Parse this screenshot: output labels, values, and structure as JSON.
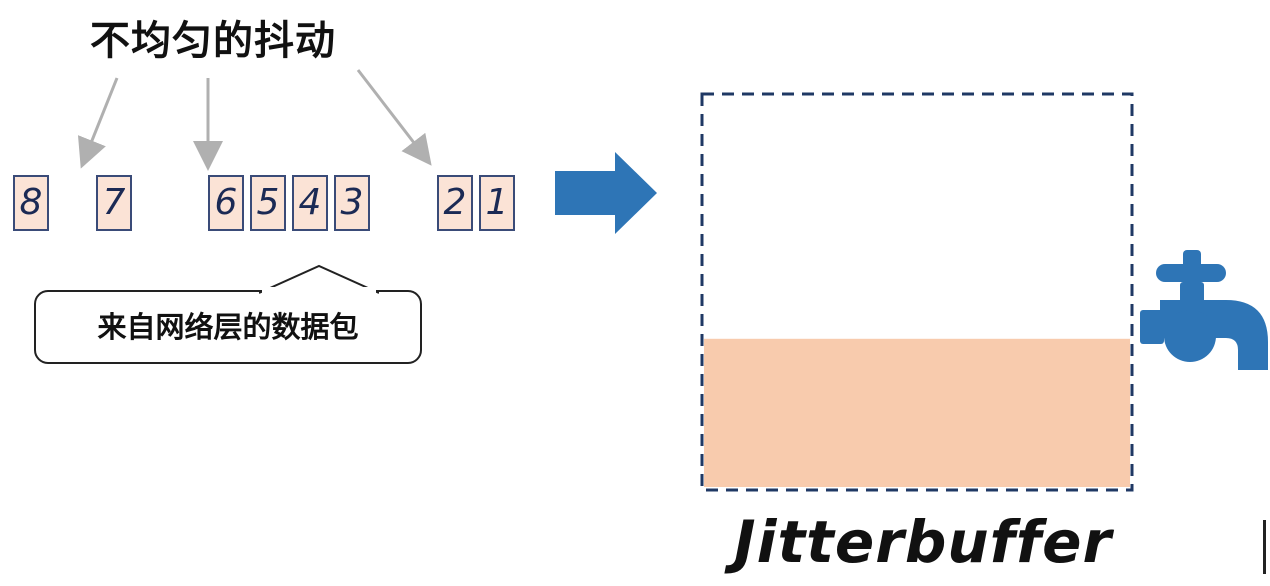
{
  "title": "不均匀的抖动",
  "packets": [
    "8",
    "7",
    "6",
    "5",
    "4",
    "3",
    "2",
    "1"
  ],
  "caption": "来自网络层的数据包",
  "buffer": {
    "label": "Jitterbuffer",
    "fill_level": 0.38,
    "fill_color": "#f8cbad",
    "border_color": "#1f3864"
  },
  "colors": {
    "arrow": "#2e75b6",
    "tap": "#2e75b6",
    "packet_fill": "#fbe3d6",
    "packet_border": "#3a4b78",
    "pointer_arrows": "#b0b0b0"
  },
  "icons": [
    "pointer-arrow",
    "right-arrow-icon",
    "water-tap-icon"
  ]
}
